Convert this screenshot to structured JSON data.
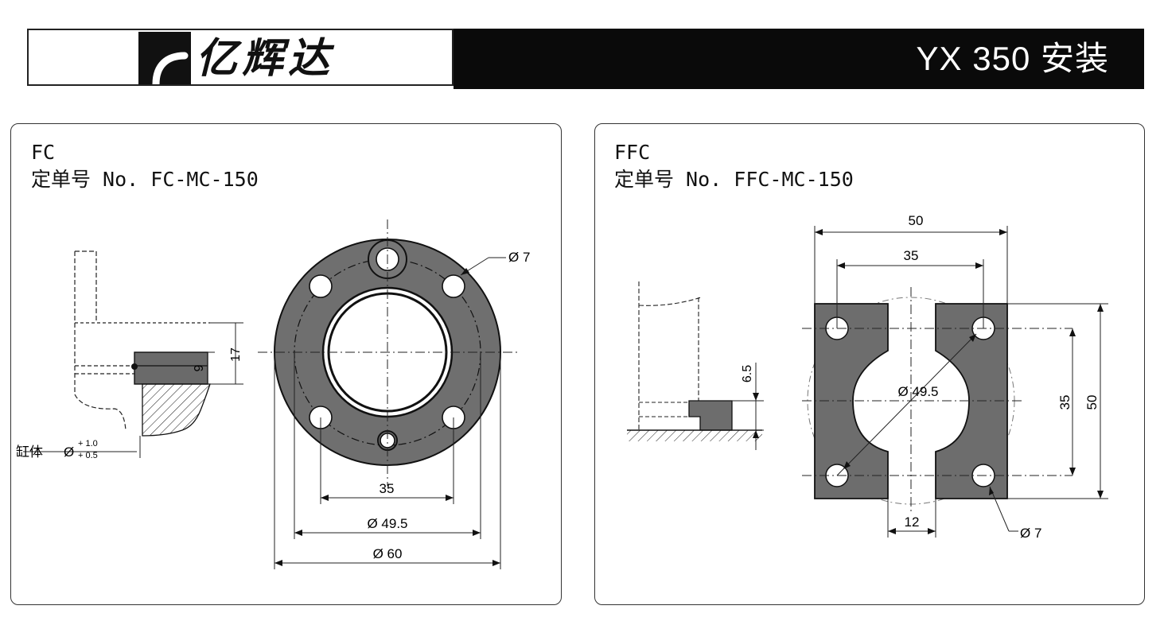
{
  "header": {
    "brand": "亿辉达",
    "model": "YX 350 安装"
  },
  "left_panel": {
    "code": "FC",
    "order_label": "定单号 No.",
    "order_no": "FC-MC-150",
    "dims": {
      "hole": "Ø 7",
      "pitch": "35",
      "bolt_circle": "Ø 49.5",
      "outer": "Ø 60",
      "height": "17",
      "thickness": "9"
    },
    "bore": {
      "label": "缸体",
      "symbol": "Ø",
      "tol_upper": "+ 1.0",
      "tol_lower": "+ 0.5"
    }
  },
  "right_panel": {
    "code": "FFC",
    "order_label": "定单号 No.",
    "order_no": "FFC-MC-150",
    "dims": {
      "width_outer": "50",
      "width_pitch": "35",
      "bolt_circle": "Ø 49.5",
      "height_pitch": "35",
      "height_outer": "50",
      "gap": "12",
      "hole": "Ø 7",
      "thickness": "6.5"
    }
  }
}
